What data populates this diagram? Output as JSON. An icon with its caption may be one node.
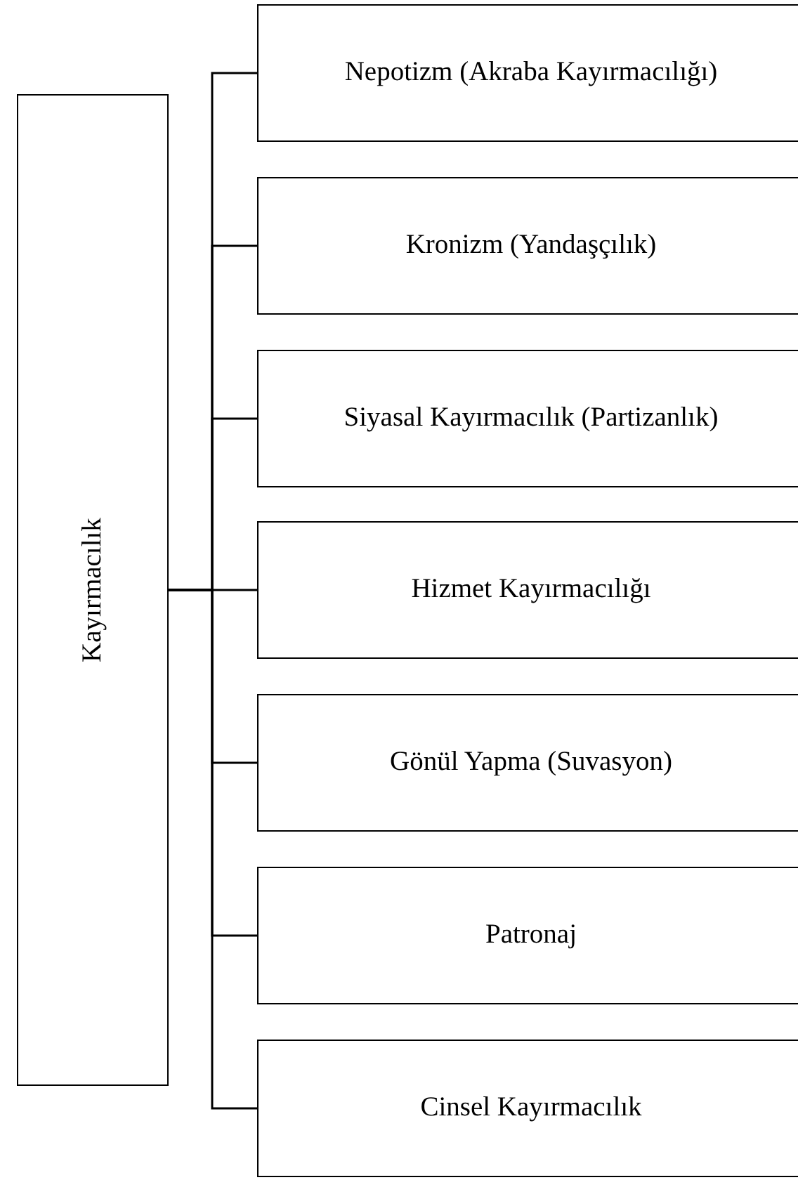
{
  "diagram": {
    "nodes": [
      {
        "text": [
          "Kayırmacılık"
        ]
      },
      {
        "text": [
          "Nepotizm (Akraba Kayırmacılığı)"
        ]
      },
      {
        "text": [
          "Kronizm (Yandaşçılık)"
        ]
      },
      {
        "text": [
          "Siyasal Kayırmacılık (Partizanlık)"
        ]
      },
      {
        "text": [
          "Hizmet Kayırmacılığı"
        ]
      },
      {
        "text": [
          "Gönül Yapma (Suvasyon)"
        ]
      },
      {
        "text": [
          "Patronaj"
        ]
      },
      {
        "text": [
          "Cinsel Kayırmacılık"
        ]
      }
    ],
    "edges": [
      {
        "from": 0,
        "to": 1,
        "arrow": "none"
      },
      {
        "from": 0,
        "to": 2,
        "arrow": "none"
      },
      {
        "from": 0,
        "to": 3,
        "arrow": "none"
      },
      {
        "from": 0,
        "to": 4,
        "arrow": "none"
      },
      {
        "from": 0,
        "to": 5,
        "arrow": "none"
      },
      {
        "from": 0,
        "to": 6,
        "arrow": "none"
      },
      {
        "from": 0,
        "to": 7,
        "arrow": "none"
      }
    ]
  }
}
